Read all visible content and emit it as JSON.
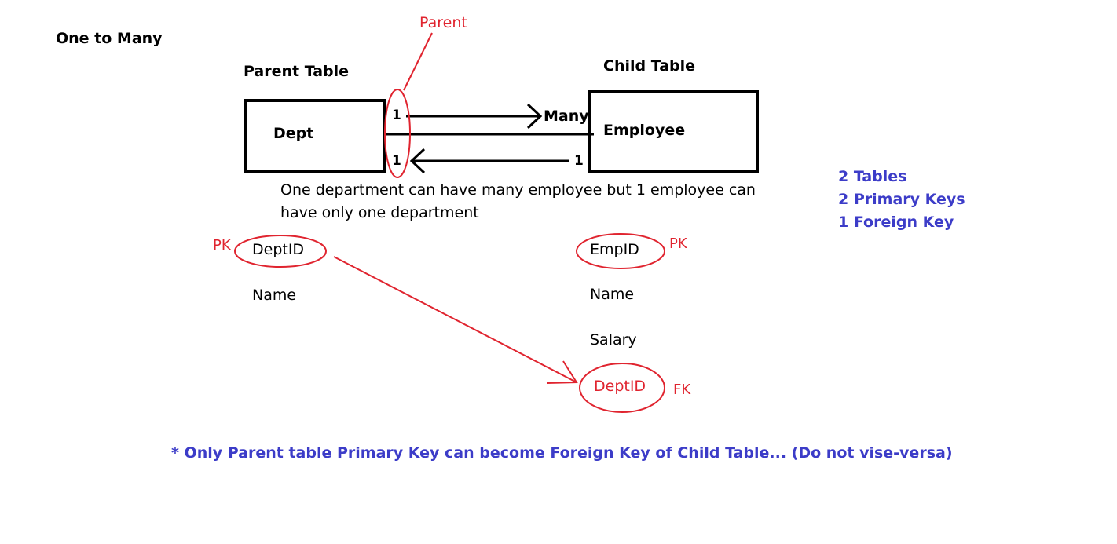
{
  "title": "One to Many",
  "parent_annotation": "Parent",
  "parent_table": {
    "header": "Parent Table",
    "name": "Dept"
  },
  "child_table": {
    "header": "Child Table",
    "name": "Employee"
  },
  "relationship": {
    "one_top": "1",
    "one_bottom": "1",
    "one_right": "1",
    "many": "Many"
  },
  "description": "One department can have many employee but 1 employee can have only one department",
  "summary": [
    "2 Tables",
    "2 Primary Keys",
    "1 Foreign Key"
  ],
  "dept_fields": {
    "pk_label": "PK",
    "key": "DeptID",
    "name": "Name"
  },
  "emp_fields": {
    "pk_label": "PK",
    "key": "EmpID",
    "name": "Name",
    "salary": "Salary",
    "fk_key": "DeptID",
    "fk_label": "FK"
  },
  "note": "* Only Parent table Primary Key can become Foreign Key of Child Table... (Do not vise-versa)",
  "colors": {
    "black": "#000000",
    "red": "#e0242f",
    "blue": "#3c3cc8"
  }
}
